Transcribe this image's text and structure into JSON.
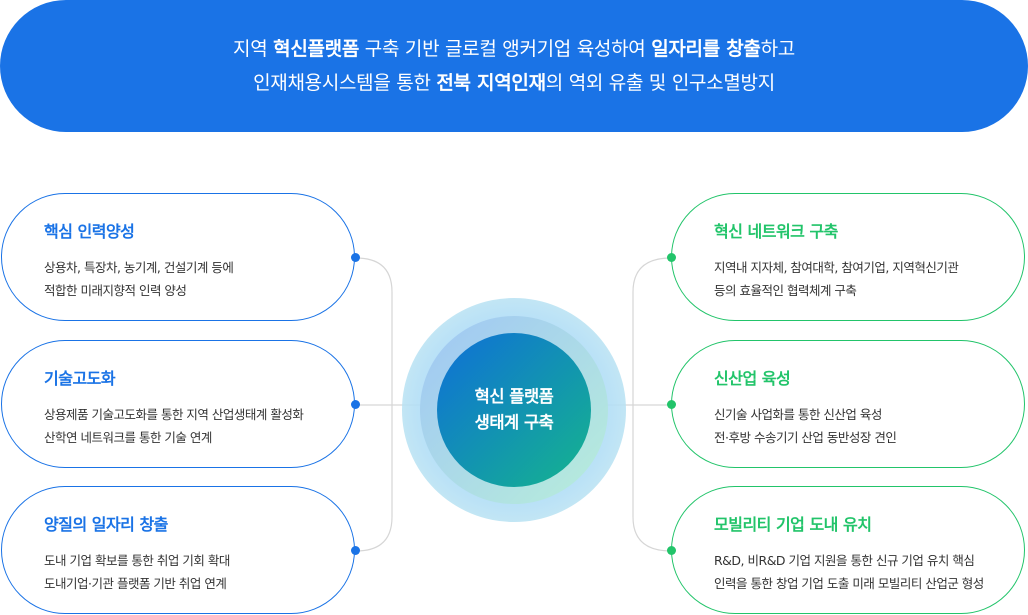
{
  "banner": {
    "line1": [
      {
        "text": "지역 ",
        "bold": false
      },
      {
        "text": "혁신플랫폼",
        "bold": true
      },
      {
        "text": " 구축 기반 글로컬 앵커기업 육성하여 ",
        "bold": false
      },
      {
        "text": "일자리를 창출",
        "bold": true
      },
      {
        "text": "하고",
        "bold": false
      }
    ],
    "line2": [
      {
        "text": "인재채용시스템을 통한 ",
        "bold": false
      },
      {
        "text": "전북 지역인재",
        "bold": true
      },
      {
        "text": "의 역외 유출 및 인구소멸방지",
        "bold": false
      }
    ]
  },
  "center": {
    "line1": "혁신 플랫폼",
    "line2": "생태계 구축"
  },
  "left_cards": [
    {
      "title": "핵심 인력양성",
      "desc1": "상용차, 특장차, 농기계, 건설기계 등에",
      "desc2": "적합한 미래지향적 인력 양성"
    },
    {
      "title": "기술고도화",
      "desc1": "상용제품 기술고도화를 통한 지역 산업생태계 활성화",
      "desc2": "산학연 네트워크를 통한 기술 연계"
    },
    {
      "title": "양질의 일자리 창출",
      "desc1": "도내 기업 확보를 통한 취업 기회 확대",
      "desc2": "도내기업·기관 플랫폼 기반 취업 연계"
    }
  ],
  "right_cards": [
    {
      "title": "혁신 네트워크 구축",
      "desc1": "지역내 지자체, 참여대학, 참여기업, 지역혁신기관",
      "desc2": "등의 효율적인 협력체계 구축"
    },
    {
      "title": "신산업 육성",
      "desc1": "신기술 사업화를 통한 신산업 육성",
      "desc2": "전·후방 수송기기 산업 동반성장 견인"
    },
    {
      "title": "모빌리티 기업 도내 유치",
      "desc1": "R&D, 비R&D 기업 지원을 통한 신규 기업 유치 핵심",
      "desc2": "인력을 통한 창업 기업 도출 미래 모빌리티 산업군 형성"
    }
  ],
  "colors": {
    "blue": "#1a73e6",
    "green": "#22c46a",
    "connector": "#d6d6d6"
  }
}
